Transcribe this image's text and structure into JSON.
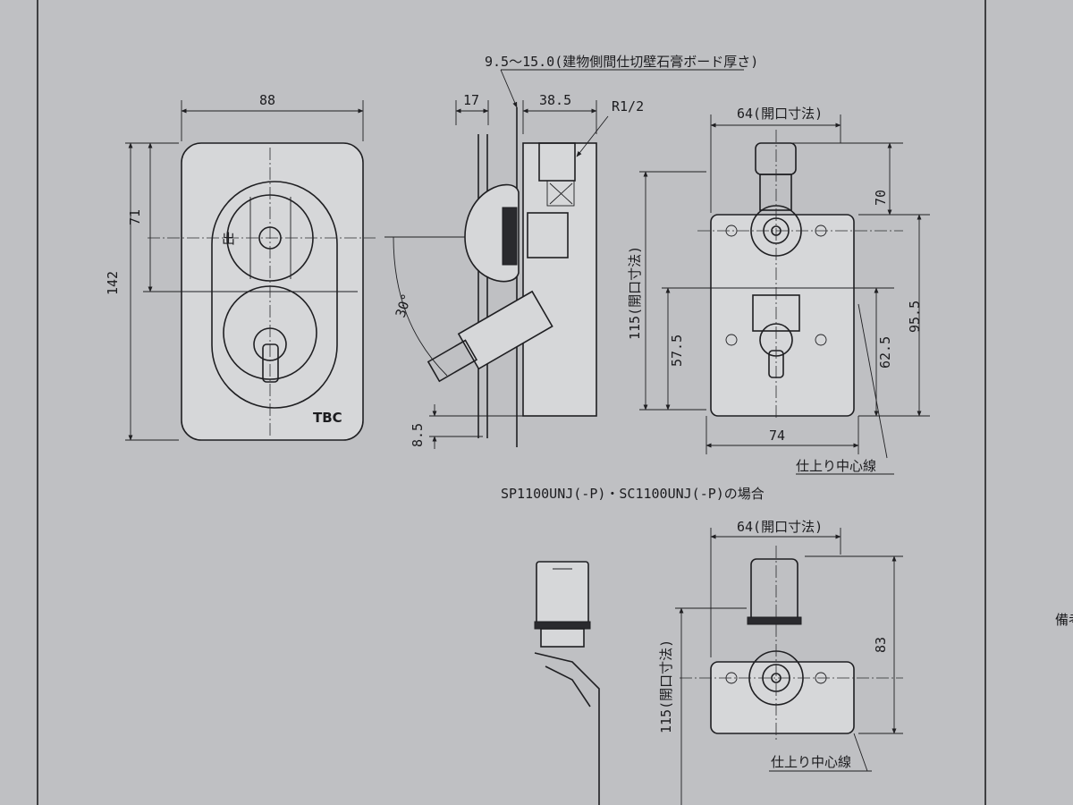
{
  "dimensions": {
    "front_width": "88",
    "front_height": "142",
    "front_upper": "71",
    "board_range": "9.5～15.0(建物側間仕切壁石膏ボード厚さ)",
    "side_17": "17",
    "side_38_5": "38.5",
    "thread": "R1/2",
    "angle": "30°",
    "side_8_5": "8.5",
    "top_view_opening": "64(開口寸法)",
    "top_view_70": "70",
    "top_view_115": "115(開口寸法)",
    "top_view_57_5": "57.5",
    "top_view_62_5": "62.5",
    "top_view_95_5": "95.5",
    "top_view_74": "74",
    "bottom_opening": "64(開口寸法)",
    "bottom_115": "115(開口寸法)",
    "bottom_83": "83"
  },
  "labels": {
    "brand": "TBC",
    "outlet": "出",
    "finish_center_1": "仕上り中心線",
    "finish_center_2": "仕上り中心線",
    "model_caption": "SP1100UNJ(-P)・SC1100UNJ(-P)の場合",
    "margin_note": "備考"
  },
  "colors": {
    "paper": "#bfc0c3",
    "ink": "#1f1f22",
    "part_fill": "#d6d7d9"
  }
}
